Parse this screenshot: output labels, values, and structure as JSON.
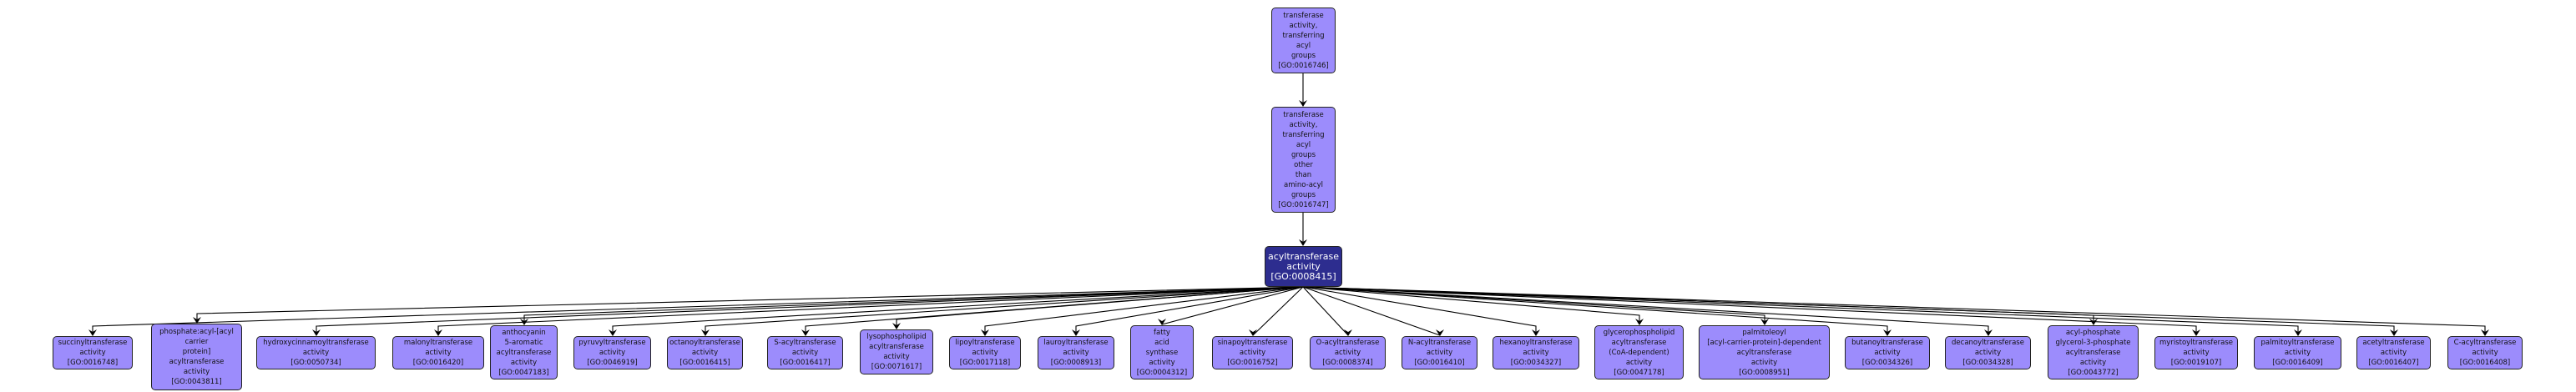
{
  "title": "GO term graph: acyltransferase activity [GO:0008415]",
  "colors": {
    "node_fill": "#9c8cfc",
    "highlight_fill": "#2d2d8f",
    "edge": "#000000"
  },
  "nodes": {
    "root": {
      "id": "GO:0016746",
      "lines": [
        "transferase",
        "activity,",
        "transferring",
        "acyl",
        "groups",
        "[GO:0016746]"
      ]
    },
    "parent": {
      "id": "GO:0016747",
      "lines": [
        "transferase",
        "activity,",
        "transferring",
        "acyl",
        "groups",
        "other",
        "than",
        "amino-acyl",
        "groups",
        "[GO:0016747]"
      ]
    },
    "focus": {
      "id": "GO:0008415",
      "lines": [
        "acyltransferase",
        "activity",
        "[GO:0008415]"
      ]
    }
  },
  "children": [
    {
      "id": "GO:0016748",
      "lines": [
        "succinyltransferase",
        "activity",
        "[GO:0016748]"
      ]
    },
    {
      "id": "GO:0043811",
      "lines": [
        "phosphate:acyl-[acyl",
        "carrier",
        "protein]",
        "acyltransferase",
        "activity",
        "[GO:0043811]"
      ]
    },
    {
      "id": "GO:0050734",
      "lines": [
        "hydroxycinnamoyltransferase",
        "activity",
        "[GO:0050734]"
      ]
    },
    {
      "id": "GO:0016420",
      "lines": [
        "malonyltransferase",
        "activity",
        "[GO:0016420]"
      ]
    },
    {
      "id": "GO:0047183",
      "lines": [
        "anthocyanin",
        "5-aromatic",
        "acyltransferase",
        "activity",
        "[GO:0047183]"
      ]
    },
    {
      "id": "GO:0046919",
      "lines": [
        "pyruvyltransferase",
        "activity",
        "[GO:0046919]"
      ]
    },
    {
      "id": "GO:0016415",
      "lines": [
        "octanoyltransferase",
        "activity",
        "[GO:0016415]"
      ]
    },
    {
      "id": "GO:0016417",
      "lines": [
        "S-acyltransferase",
        "activity",
        "[GO:0016417]"
      ]
    },
    {
      "id": "GO:0071617",
      "lines": [
        "lysophospholipid",
        "acyltransferase",
        "activity",
        "[GO:0071617]"
      ]
    },
    {
      "id": "GO:0017118",
      "lines": [
        "lipoyltransferase",
        "activity",
        "[GO:0017118]"
      ]
    },
    {
      "id": "GO:0008913",
      "lines": [
        "lauroyltransferase",
        "activity",
        "[GO:0008913]"
      ]
    },
    {
      "id": "GO:0004312",
      "lines": [
        "fatty",
        "acid",
        "synthase",
        "activity",
        "[GO:0004312]"
      ]
    },
    {
      "id": "GO:0016752",
      "lines": [
        "sinapoyltransferase",
        "activity",
        "[GO:0016752]"
      ]
    },
    {
      "id": "GO:0008374",
      "lines": [
        "O-acyltransferase",
        "activity",
        "[GO:0008374]"
      ]
    },
    {
      "id": "GO:0016410",
      "lines": [
        "N-acyltransferase",
        "activity",
        "[GO:0016410]"
      ]
    },
    {
      "id": "GO:0034327",
      "lines": [
        "hexanoyltransferase",
        "activity",
        "[GO:0034327]"
      ]
    },
    {
      "id": "GO:0047178",
      "lines": [
        "glycerophospholipid",
        "acyltransferase",
        "(CoA-dependent)",
        "activity",
        "[GO:0047178]"
      ]
    },
    {
      "id": "GO:0008951",
      "lines": [
        "palmitoleoyl",
        "[acyl-carrier-protein]-dependent",
        "acyltransferase",
        "activity",
        "[GO:0008951]"
      ]
    },
    {
      "id": "GO:0034326",
      "lines": [
        "butanoyltransferase",
        "activity",
        "[GO:0034326]"
      ]
    },
    {
      "id": "GO:0034328",
      "lines": [
        "decanoyltransferase",
        "activity",
        "[GO:0034328]"
      ]
    },
    {
      "id": "GO:0043772",
      "lines": [
        "acyl-phosphate",
        "glycerol-3-phosphate",
        "acyltransferase",
        "activity",
        "[GO:0043772]"
      ]
    },
    {
      "id": "GO:0019107",
      "lines": [
        "myristoyltransferase",
        "activity",
        "[GO:0019107]"
      ]
    },
    {
      "id": "GO:0016409",
      "lines": [
        "palmitoyltransferase",
        "activity",
        "[GO:0016409]"
      ]
    },
    {
      "id": "GO:0016407",
      "lines": [
        "acetyltransferase",
        "activity",
        "[GO:0016407]"
      ]
    },
    {
      "id": "GO:0016408",
      "lines": [
        "C-acyltransferase",
        "activity",
        "[GO:0016408]"
      ]
    }
  ]
}
